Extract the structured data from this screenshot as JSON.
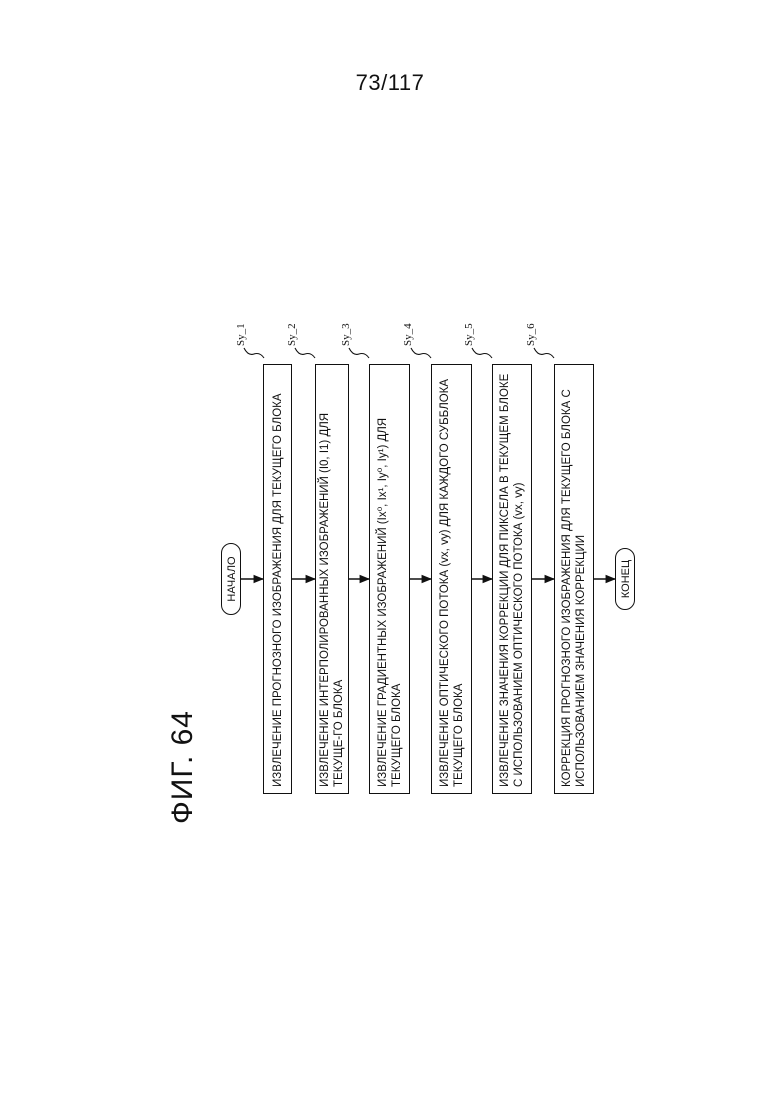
{
  "page_number": "73/117",
  "figure_title": "ФИГ. 64",
  "start_label": "НАЧАЛО",
  "end_label": "КОНЕЦ",
  "steps": [
    {
      "label": "Sy_1",
      "text": "ИЗВЛЕЧЕНИЕ ПРОГНОЗНОГО ИЗОБРАЖЕНИЯ ДЛЯ ТЕКУЩЕГО БЛОКА"
    },
    {
      "label": "Sy_2",
      "text": "ИЗВЛЕЧЕНИЕ ИНТЕРПОЛИРОВАННЫХ ИЗОБРАЖЕНИЙ (I0, I1) ДЛЯ ТЕКУЩЕ-ГО БЛОКА"
    },
    {
      "label": "Sy_3",
      "text": "ИЗВЛЕЧЕНИЕ ГРАДИЕНТНЫХ ИЗОБРАЖЕНИЙ (Ix⁰, Ix¹, Iy⁰, Iy¹) ДЛЯ ТЕКУЩЕГО БЛОКА"
    },
    {
      "label": "Sy_4",
      "text": "ИЗВЛЕЧЕНИЕ ОПТИЧЕСКОГО ПОТОКА (vx, vy) ДЛЯ КАЖДОГО СУББЛОКА ТЕКУЩЕГО БЛОКА"
    },
    {
      "label": "Sy_5",
      "text": "ИЗВЛЕЧЕНИЕ ЗНАЧЕНИЯ КОРРЕКЦИИ ДЛЯ ПИКСЕЛА В ТЕКУЩЕМ БЛОКЕ С ИСПОЛЬЗОВАНИЕМ ОПТИЧЕСКОГО ПОТОКА (vx, vy)"
    },
    {
      "label": "Sy_6",
      "text": "КОРРЕКЦИЯ ПРОГНОЗНОГО ИЗОБРАЖЕНИЯ ДЛЯ ТЕКУЩЕГО БЛОКА С ИСПОЛЬЗОВАНИЕМ ЗНАЧЕНИЯ КОРРЕКЦИИ"
    }
  ]
}
